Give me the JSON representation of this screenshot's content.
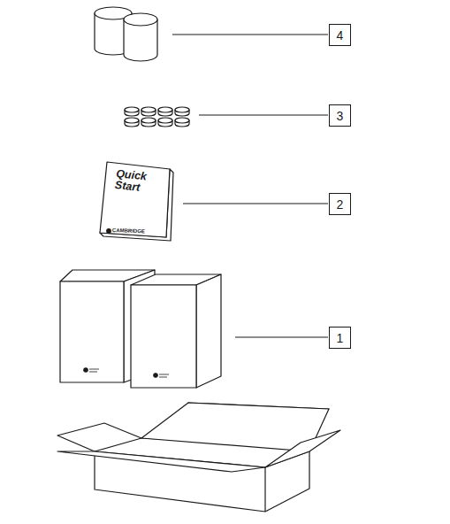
{
  "diagram": {
    "nodes": [
      {
        "text": [
          "4"
        ]
      },
      {
        "text": [
          "3"
        ]
      },
      {
        "text": [
          "2"
        ]
      },
      {
        "text": [
          "1"
        ]
      }
    ],
    "labels": [
      "Quick Start",
      "CAMBRIDGE"
    ]
  }
}
